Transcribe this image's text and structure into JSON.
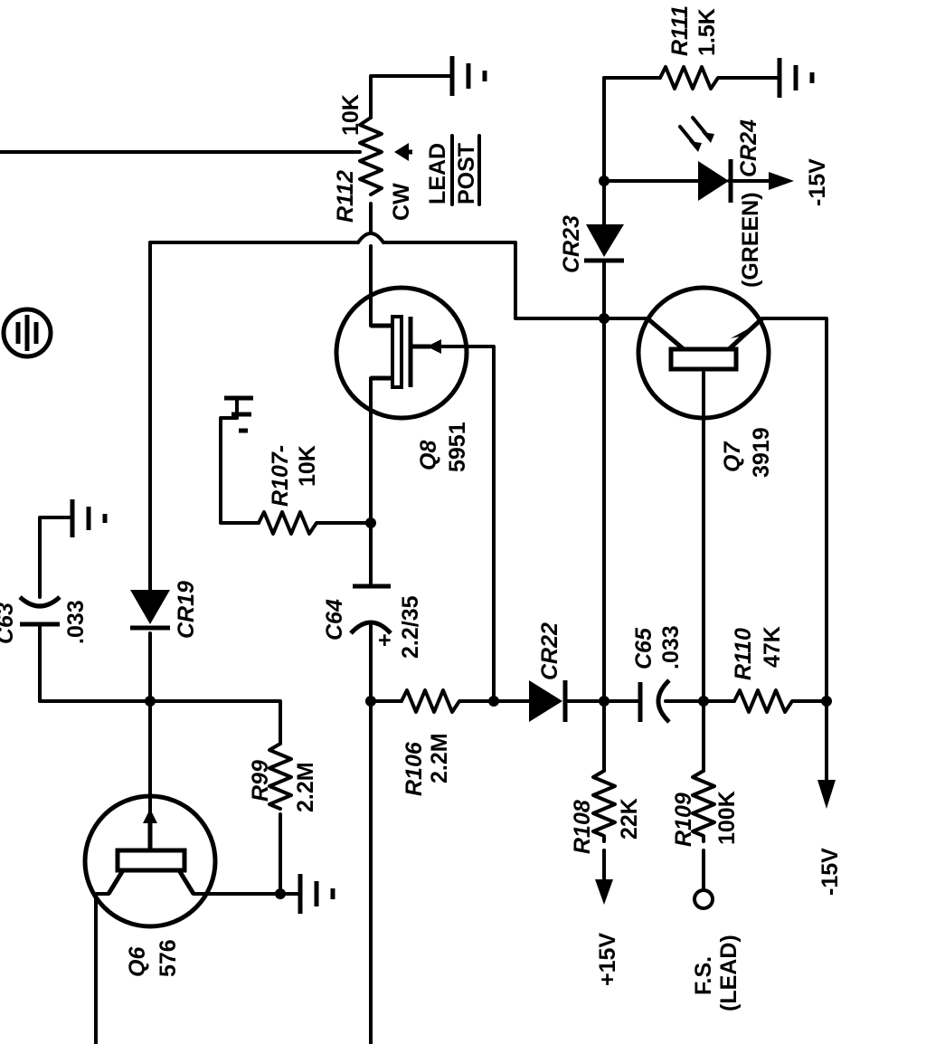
{
  "components": {
    "R111": {
      "ref": "R111",
      "value": "1.5K"
    },
    "R112": {
      "ref": "R112",
      "value": "10K",
      "note": "CW",
      "tag_line1": "LEAD",
      "tag_line2": "POST"
    },
    "CR24": {
      "ref": "CR24",
      "note": "(GREEN)",
      "supply": "-15V"
    },
    "CR23": {
      "ref": "CR23"
    },
    "Q8": {
      "ref": "Q8",
      "value": "5951"
    },
    "Q7": {
      "ref": "Q7",
      "value": "3919"
    },
    "R107": {
      "ref": "R107-",
      "value": "10K"
    },
    "C64": {
      "ref": "C64",
      "value": "2.2/35",
      "polarity": "+"
    },
    "C65": {
      "ref": "C65",
      "value": ".033"
    },
    "C63": {
      "ref": "C63",
      "value": ".033"
    },
    "CR19": {
      "ref": "CR19"
    },
    "CR22": {
      "ref": "CR22"
    },
    "R106": {
      "ref": "R106",
      "value": "2.2M"
    },
    "R110": {
      "ref": "R110",
      "value": "47K"
    },
    "R99": {
      "ref": "R99",
      "value": "2.2M"
    },
    "R108": {
      "ref": "R108",
      "value": "22K",
      "supply": "+15V"
    },
    "R109": {
      "ref": "R109",
      "value": "100K",
      "terminal_line1": "F.S.",
      "terminal_line2": "(LEAD)"
    },
    "Q6": {
      "ref": "Q6",
      "value": "576"
    }
  },
  "supplies": {
    "neg_right": "-15V"
  }
}
